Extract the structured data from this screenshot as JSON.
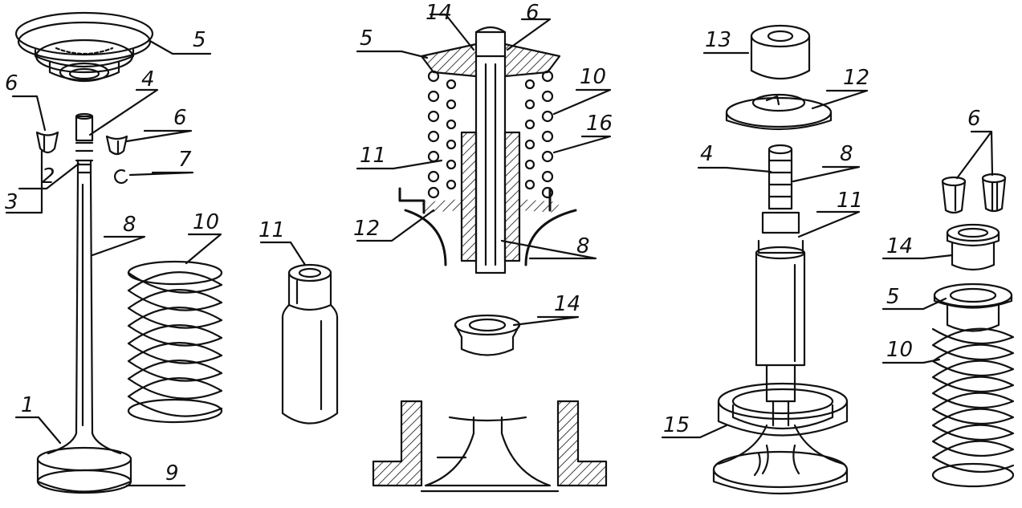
{
  "figure": {
    "description": "Exploded and sectional line drawing of engine valve train components",
    "callouts": {
      "left": {
        "c1": "1",
        "c2": "2",
        "c3": "3",
        "c4": "4",
        "c5": "5",
        "c6a": "6",
        "c6b": "6",
        "c7": "7",
        "c8": "8",
        "c9": "9",
        "c10": "10",
        "c11": "11"
      },
      "center": {
        "c5": "5",
        "c6": "6",
        "c8": "8",
        "c10": "10",
        "c11": "11",
        "c12": "12",
        "c14": "14",
        "c14b": "14",
        "c16": "16"
      },
      "right": {
        "c4": "4",
        "c5": "5",
        "c6": "6",
        "c8": "8",
        "c10": "10",
        "c11": "11",
        "c12": "12",
        "c13": "13",
        "c14": "14",
        "c15": "15"
      }
    }
  },
  "colors": {
    "ink": "#111111",
    "paper": "#ffffff"
  }
}
